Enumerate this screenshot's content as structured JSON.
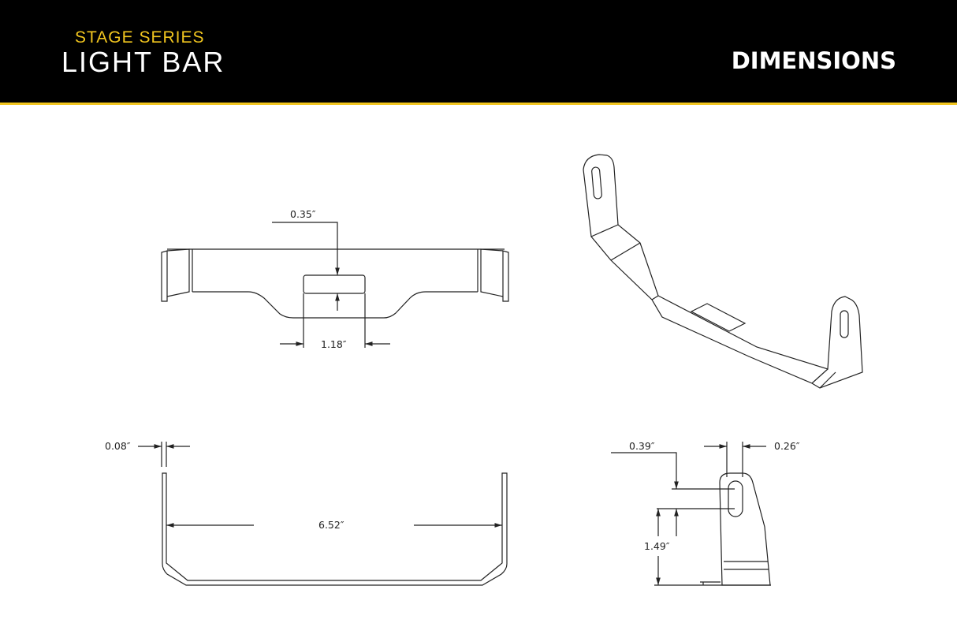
{
  "header": {
    "series": "STAGE SERIES",
    "product": "LIGHT BAR",
    "section": "DIMENSIONS"
  },
  "colors": {
    "accent": "#f2c61f",
    "header_bg": "#000000",
    "line": "#222222"
  },
  "dimensions": {
    "slot_height": "0.35″",
    "slot_width": "1.18″",
    "material_thickness": "0.08″",
    "inner_width": "6.52″",
    "slot_length": "0.39″",
    "slot_diameter": "0.26″",
    "slot_height_from_base": "1.49″"
  }
}
